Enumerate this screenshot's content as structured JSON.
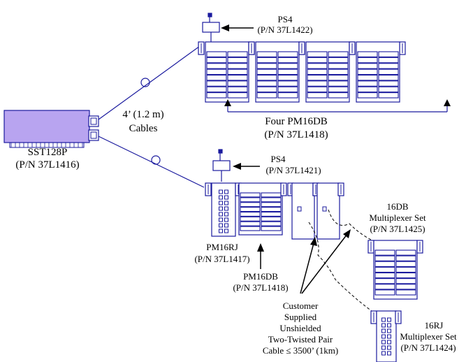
{
  "colors": {
    "line": "#1a1a9e",
    "card_fill": "#b8a4f0",
    "black": "#000000",
    "background": "#ffffff"
  },
  "labels": {
    "ps4_top": "PS4",
    "ps4_top_pn": "(P/N 37L1422)",
    "cables": [
      "4’ (1.2 m)",
      "Cables"
    ],
    "four_pm16db": "Four PM16DB",
    "four_pm16db_pn": "(P/N 37L1418)",
    "sst128p": "SST128P",
    "sst128p_pn": "(P/N 37L1416)",
    "ps4_bottom": "PS4",
    "ps4_bottom_pn": "(P/N 37L1421)",
    "pm16rj": "PM16RJ",
    "pm16rj_pn": "(P/N 37L1417)",
    "pm16db": "PM16DB",
    "pm16db_pn": "(P/N 37L1418)",
    "mux16db": [
      "16DB",
      "Multiplexer Set",
      "(P/N 37L1425)"
    ],
    "customer_cable": [
      "Customer",
      "Supplied",
      "Unshielded",
      "Two-Twisted Pair",
      "Cable ≤ 3500’ (1km)"
    ],
    "mux16rj": [
      "16RJ",
      "Multiplexer Set",
      "(P/N 37L1424)"
    ]
  }
}
